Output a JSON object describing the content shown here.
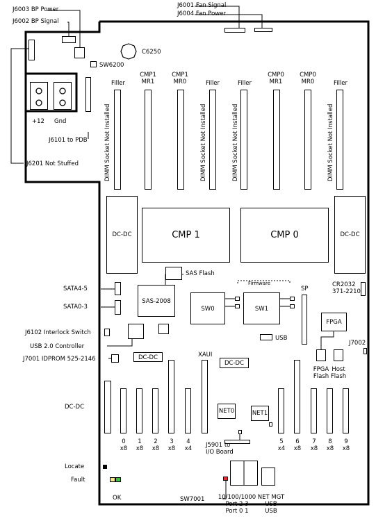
{
  "labels": {
    "j6003": "J6003 BP Power",
    "j6002": "J6002 BP Signal",
    "j6001": "J6001 Fan Signal",
    "j6004": "J6004 Fan Power",
    "c6250": "C6250",
    "sw6200": "SW6200",
    "plus12": "+12",
    "gnd": "Gnd",
    "j6101": "J6101 to PDB",
    "j6201": "J6201 Not Stuffed",
    "filler": "Filler",
    "cmp1mr1": "CMP1\nMR1",
    "cmp1mr0": "CMP1\nMR0",
    "cmp0mr1": "CMP0\nMR1",
    "cmp0mr0": "CMP0\nMR0",
    "dimm": "DIMM Socket Not Installed",
    "dcdc": "DC-DC",
    "cmp1": "CMP 1",
    "cmp0": "CMP 0",
    "sasflash": "SAS Flash",
    "sas2008": "SAS-2008",
    "sata45": "SATA4-5",
    "sata03": "SATA0-3",
    "sw0": "SW0",
    "sw1": "SW1",
    "firmware": "Firmware",
    "sp": "SP",
    "cr2032": "CR2032\n371-2210",
    "fpga": "FPGA",
    "j7002": "J7002",
    "fpgaflash": "FPGA\nFlash",
    "hostflash": "Host\nFlash",
    "j6102": "J6102 Interlock Switch",
    "usb20": "USB 2.0 Controller",
    "usb": "USB",
    "j7001": "J7001 IDPROM 525-2146",
    "xaui": "XAUI",
    "net0": "NET0",
    "net1": "NET1",
    "j5901": "J5901 to\nI/O Board",
    "slots": [
      "0\nx8",
      "1\nx8",
      "2\nx8",
      "3\nx8",
      "4\nx4",
      "5\nx4",
      "6\nx8",
      "7\nx8",
      "8\nx8",
      "9\nx8"
    ],
    "locate": "Locate",
    "fault": "Fault",
    "ok": "OK",
    "sw7001": "SW7001",
    "port": "10/100/1000\nPort 2 3\nPort 0 1",
    "netmgt": "NET MGT\nUSB\nUSB"
  },
  "colors": {
    "fault_led": "#f5e88a",
    "ok_led": "#3fbf3f",
    "sw7001": "#e03030"
  }
}
